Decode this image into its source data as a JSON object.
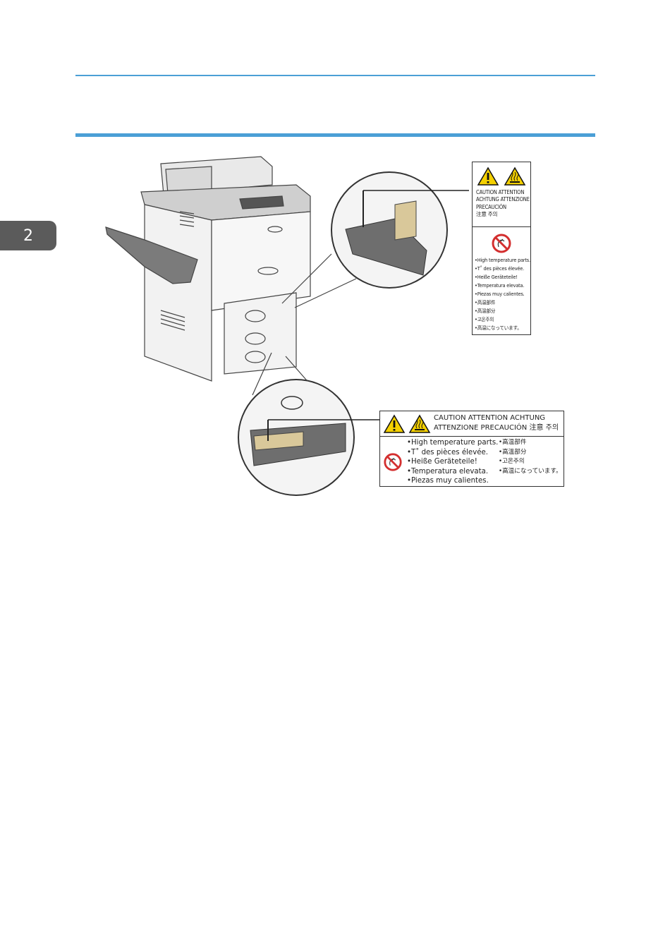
{
  "chapter_tab": {
    "number": "2"
  },
  "colors": {
    "accent_rule": "#4b9fd6",
    "tab_background": "#5b5b5b",
    "warning_yellow": "#f4d000",
    "prohibit_red": "#d32f2f"
  },
  "illustration": {
    "icons": [
      "caution-triangle-icon",
      "hot-surface-icon",
      "no-touch-icon"
    ],
    "label_vertical": {
      "signal_lines": [
        "CAUTION  ATTENTION",
        "ACHTUNG  ATTENZIONE",
        "PRECAUCIÓN",
        "注意 주의"
      ],
      "items": [
        "•High temperature parts.",
        "•T˚ des pièces élevée.",
        "•Heiße Geräteteile!",
        "•Temperatura elevata.",
        "•Piezas muy calientes.",
        "•高温部件",
        "•高溫部分",
        "•고온주의",
        "•高温になっています。"
      ]
    },
    "label_horizontal": {
      "signal_lines": [
        "CAUTION  ATTENTION  ACHTUNG",
        "ATTENZIONE  PRECAUCIÓN 注意 주의"
      ],
      "items_left": [
        "•High temperature parts.",
        "•T˚ des pièces élevée.",
        "•Heiße Geräteteile!",
        "•Temperatura elevata.",
        "•Piezas muy calientes."
      ],
      "items_right": [
        "•高温部件",
        "•高溫部分",
        "•고온주의",
        "•高温になっています。"
      ]
    }
  }
}
